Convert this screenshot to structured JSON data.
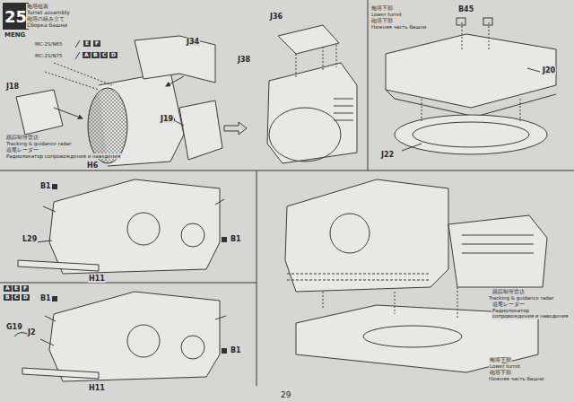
{
  "diagram": {
    "nodes": [
      {
        "text": [
          "25"
        ]
      }
    ],
    "labels": [
      "MENG",
      "炮塔组装",
      "Turret assembly",
      "砲塔の組み立て",
      "Сборка башни",
      "MC-2S/N65",
      "E",
      "F",
      "MC-2S/N75",
      "A",
      "B",
      "C",
      "D",
      "J34",
      "J18",
      "J19",
      "H6",
      "跟踪制导雷达",
      "Tracking & guidance radar",
      "追尾レーダー",
      "Радиолокатор сопровождения и наведения",
      "J36",
      "J38",
      "B45",
      "J20",
      "J22",
      "炮塔下部",
      "Lower turret",
      "砲塔下部",
      "Нижняя часть башни",
      "B1",
      "L29",
      "B1",
      "H11",
      "A",
      "E",
      "F",
      "B",
      "C",
      "D",
      "B1",
      "G19",
      "J2",
      "B1",
      "H11",
      "跟踪制导雷达",
      "Tracking & guidance radar",
      "追尾レーダー",
      "Радиолокатор сопровождения и наведения",
      "炮塔下部",
      "Lower turret",
      "砲塔下部",
      "Нижняя часть башни",
      "29"
    ]
  }
}
